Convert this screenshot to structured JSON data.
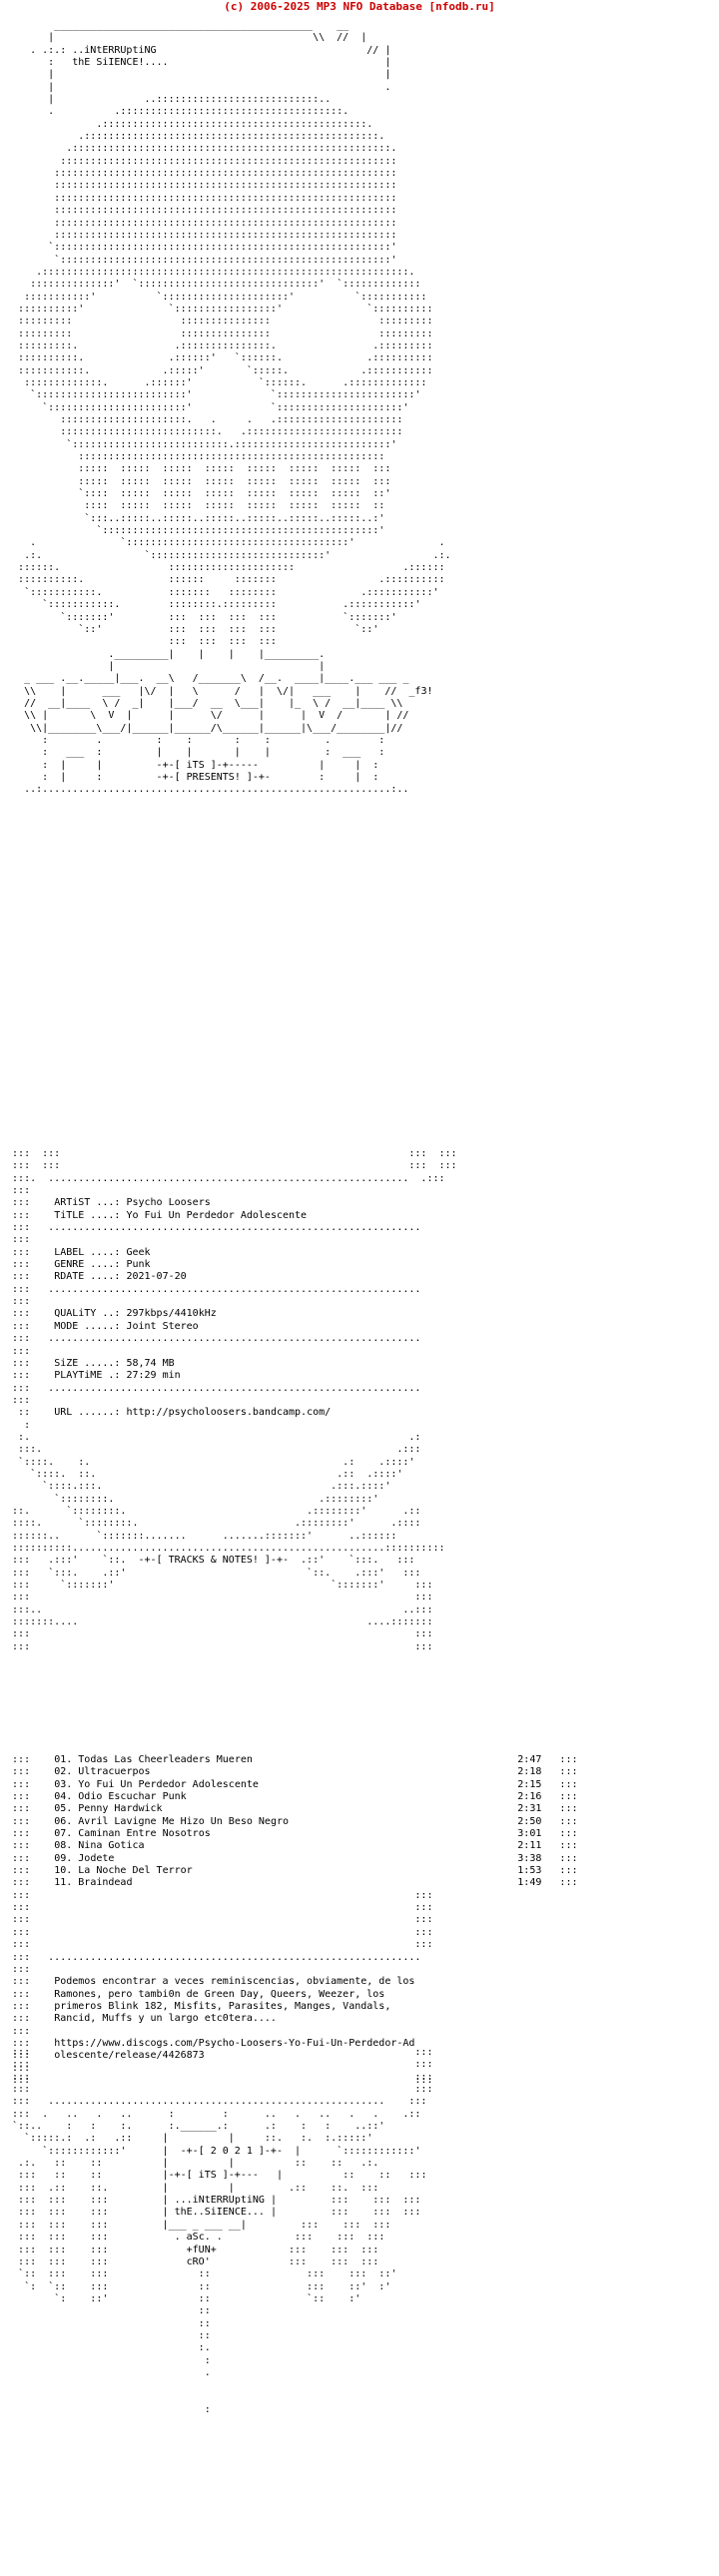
{
  "site_header": "(c) 2006-2025 MP3 NFO Database [nfodb.ru]",
  "group": {
    "line1": "..iNtERRUptiNG",
    "line2": "thE SiIENCE!...."
  },
  "banner": {
    "presents_label": "-+-[ iTS ]-+-----",
    "presents_text": "-+-[ PRESENTS! ]-+-",
    "tag": "_f3!"
  },
  "release": {
    "artist_label": "ARTiST ...:",
    "artist": "Psycho Loosers",
    "title_label": "TiTLE ....:",
    "title": "Yo Fui Un Perdedor Adolescente",
    "label_label": "LABEL ....:",
    "label": "Geek",
    "genre_label": "GENRE ....:",
    "genre": "Punk",
    "rdate_label": "RDATE ....:",
    "rdate": "2021-07-20",
    "quality_label": "QUALiTY ..:",
    "quality": "297kbps/4410kHz",
    "mode_label": "MODE .....:",
    "mode": "Joint Stereo",
    "size_label": "SiZE .....:",
    "size": "58,74 MB",
    "playtime_label": "PLAYTiME .:",
    "playtime": "27:29 min",
    "url_label": "URL ......:",
    "url": "http://psycholoosers.bandcamp.com/"
  },
  "tracks_heading": "-+-[ TRACKS & NOTES! ]-+-",
  "tracks": [
    {
      "num": "01.",
      "title": "Todas Las Cheerleaders Mueren",
      "time": "2:47"
    },
    {
      "num": "02.",
      "title": "Ultracuerpos",
      "time": "2:18"
    },
    {
      "num": "03.",
      "title": "Yo Fui Un Perdedor Adolescente",
      "time": "2:15"
    },
    {
      "num": "04.",
      "title": "Odio Escuchar Punk",
      "time": "2:16"
    },
    {
      "num": "05.",
      "title": "Penny Hardwick",
      "time": "2:31"
    },
    {
      "num": "06.",
      "title": "Avril Lavigne Me Hizo Un Beso Negro",
      "time": "2:50"
    },
    {
      "num": "07.",
      "title": "Caminan Entre Nosotros",
      "time": "3:01"
    },
    {
      "num": "08.",
      "title": "Nina Gotica",
      "time": "2:11"
    },
    {
      "num": "09.",
      "title": "Jodete",
      "time": "3:38"
    },
    {
      "num": "10.",
      "title": "La Noche Del Terror",
      "time": "1:53"
    },
    {
      "num": "11.",
      "title": "Braindead",
      "time": "1:49"
    }
  ],
  "notes": {
    "line1": "Podemos encontrar a veces reminiscencias, obviamente, de los",
    "line2": "Ramones, pero tambi0n de Green Day, Queers, Weezer, los",
    "line3": "primeros Blink 182, Misfits, Parasites, Manges, Vandals,",
    "line4": "Rancid, Muffs y un largo etc0tera....",
    "link1": "https://www.discogs.com/Psycho-Loosers-Yo-Fui-Un-Perdedor-Ad",
    "link2": "olescente/release/4426873"
  },
  "footer": {
    "year": "-+-[ 2 0 2 1 ]-+-",
    "its": "-+-[ iTS ]-+---",
    "group1": "...iNtERRUptiNG",
    "group2": "thE..SiIENCE...",
    "credit1": ". aSc. .",
    "credit2": "+fUN+",
    "credit3": "cRO'"
  }
}
